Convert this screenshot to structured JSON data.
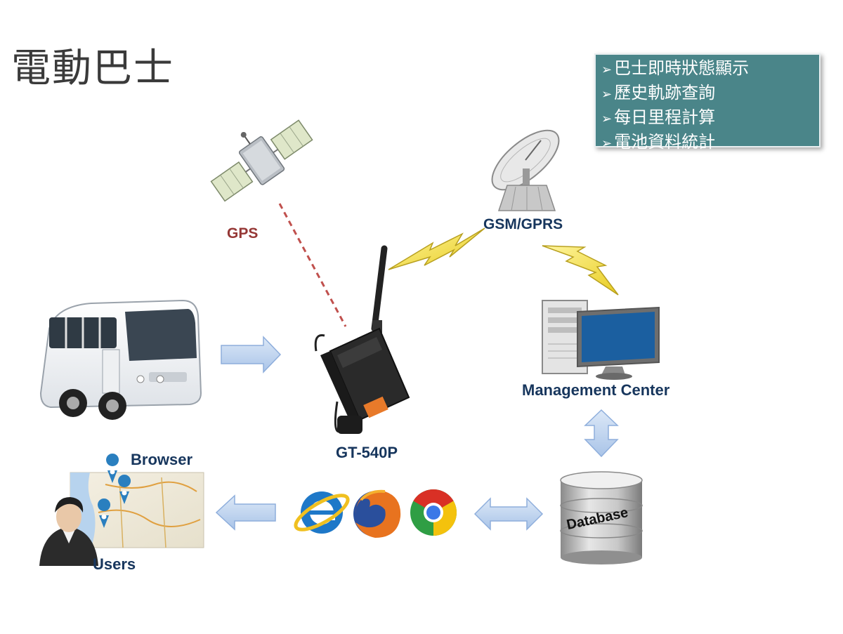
{
  "title": "電動巴士",
  "features": {
    "bullet": "➢",
    "items": [
      "巴士即時狀態顯示",
      "歷史軌跡查詢",
      "每日里程計算",
      "電池資料統計"
    ]
  },
  "labels": {
    "gps": "GPS",
    "gsm": "GSM/GPRS",
    "device": "GT-540P",
    "management": "Management Center",
    "browser": "Browser",
    "users": "Users",
    "database": "Database"
  },
  "colors": {
    "feature_bg": "#4a8589",
    "label_text": "#17365d",
    "gps_text": "#953735",
    "arrow_fill": "#c5d9f1",
    "lightning": "#f5e04a"
  }
}
